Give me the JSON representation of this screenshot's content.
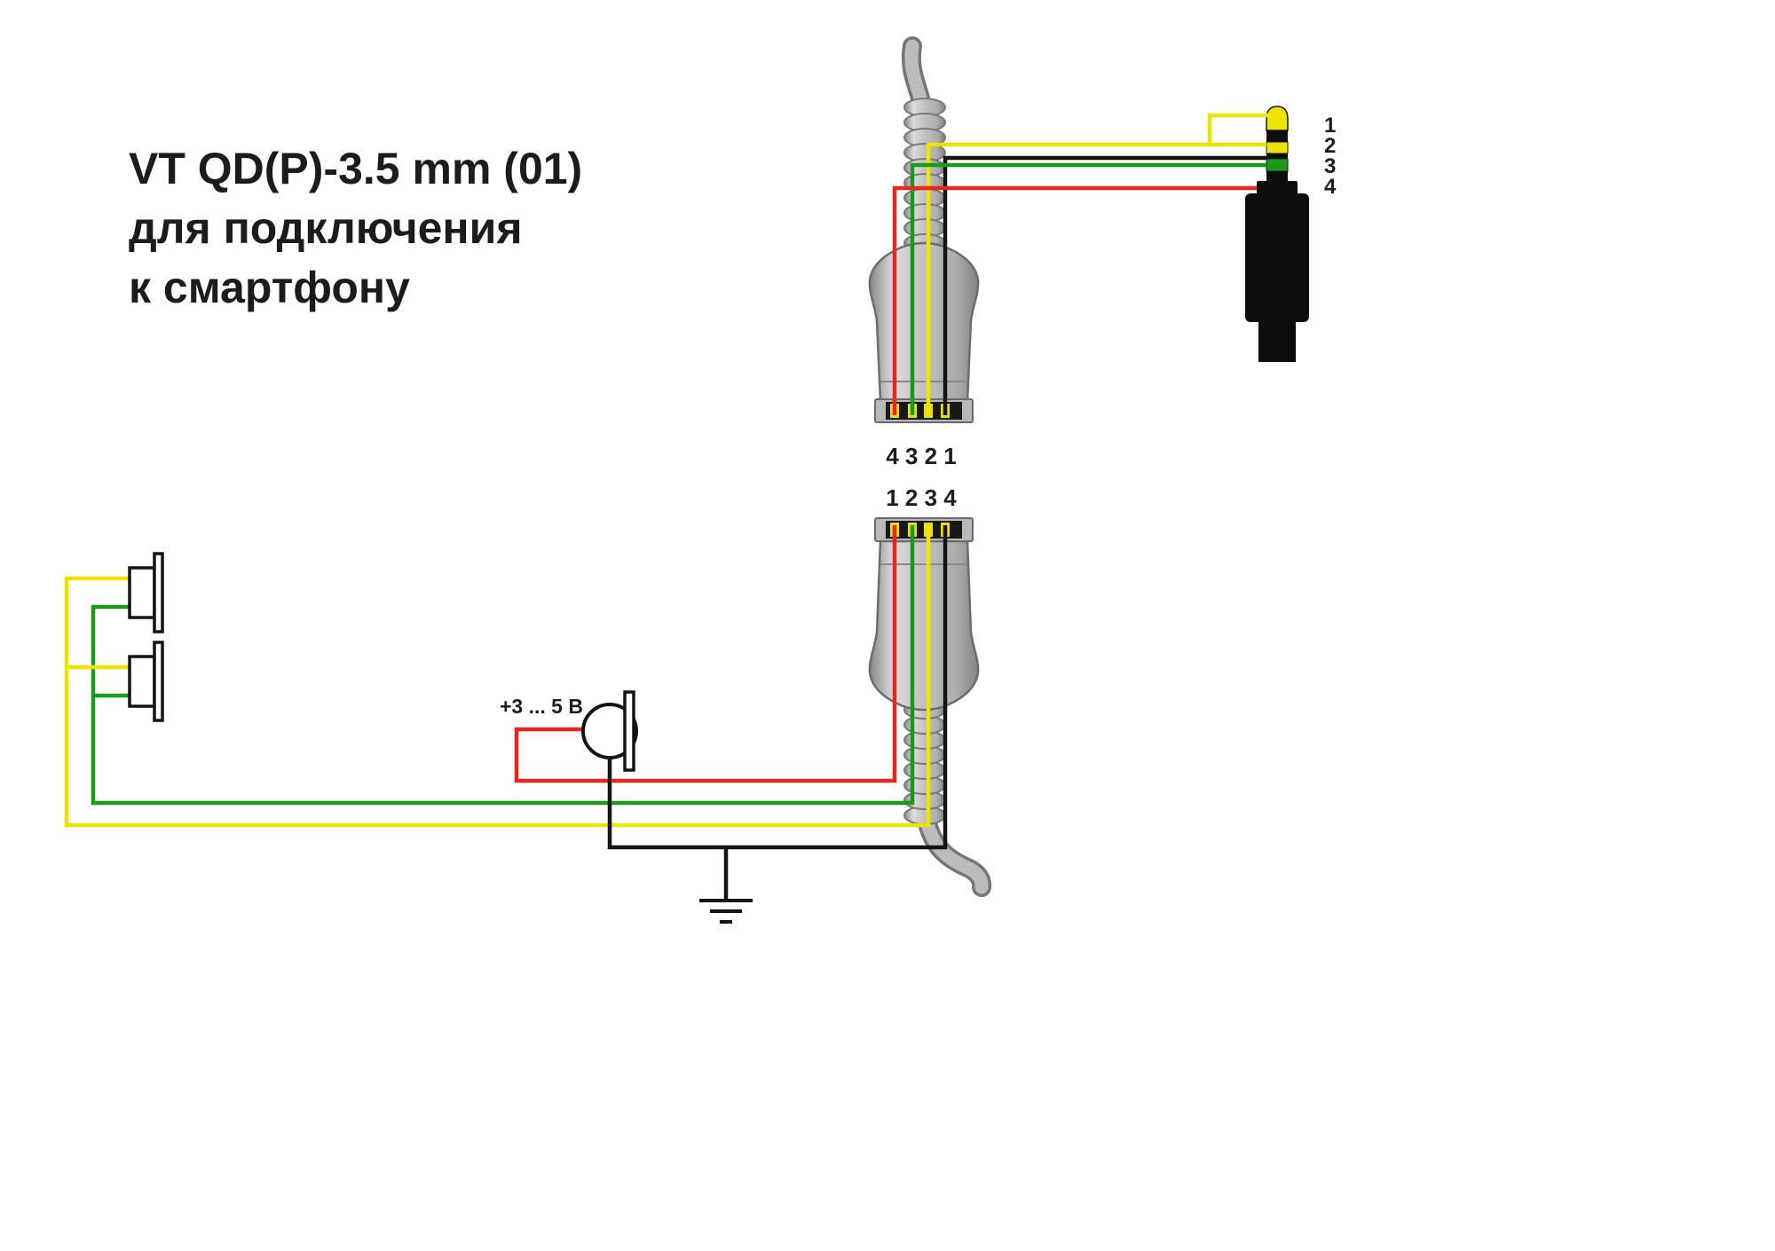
{
  "title": {
    "line1": "VT QD(P)-3.5 mm (01)",
    "line2": "для подключения",
    "line3": "к смартфону"
  },
  "connectors": {
    "qd_top": {
      "pin_row_label": "4 3 2 1"
    },
    "qd_bottom": {
      "pin_row_label": "1 2 3 4"
    }
  },
  "jack": {
    "pin_labels": [
      "1",
      "2",
      "3",
      "4"
    ]
  },
  "microphone": {
    "voltage_label": "+3 ... 5 В"
  },
  "colors": {
    "wire_yellow": "#ece400",
    "wire_green": "#1a9a1a",
    "wire_red": "#e8271e",
    "wire_black": "#141414",
    "contact_yellow": "#eadf00",
    "jack_body": "#0d0d0d",
    "text": "#1c1c1c"
  }
}
